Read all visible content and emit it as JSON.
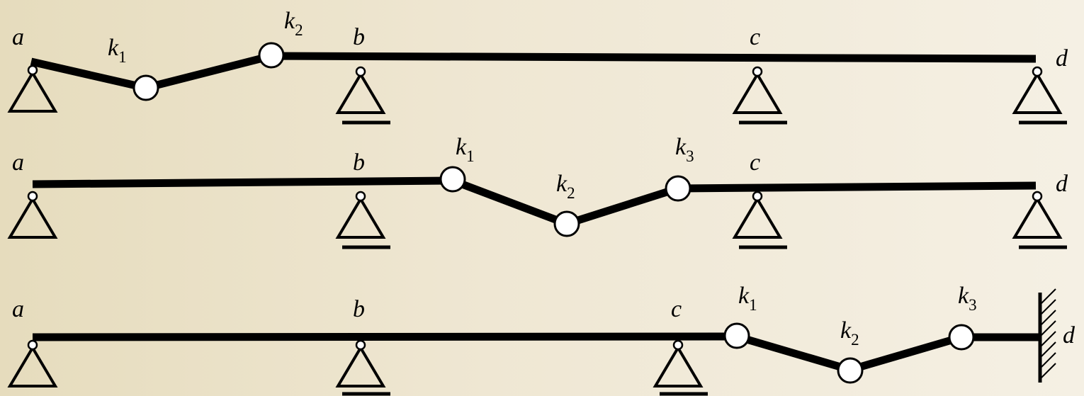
{
  "diagrams": [
    {
      "supports": [
        {
          "label": "a",
          "type": "pin"
        },
        {
          "label": "b",
          "type": "roller"
        },
        {
          "label": "c",
          "type": "roller"
        },
        {
          "label": "d",
          "type": "roller"
        }
      ],
      "hinges": [
        {
          "letter": "k",
          "sub": "1"
        },
        {
          "letter": "k",
          "sub": "2"
        }
      ]
    },
    {
      "supports": [
        {
          "label": "a",
          "type": "pin"
        },
        {
          "label": "b",
          "type": "roller"
        },
        {
          "label": "c",
          "type": "roller"
        },
        {
          "label": "d",
          "type": "roller"
        }
      ],
      "hinges": [
        {
          "letter": "k",
          "sub": "1"
        },
        {
          "letter": "k",
          "sub": "2"
        },
        {
          "letter": "k",
          "sub": "3"
        }
      ]
    },
    {
      "supports": [
        {
          "label": "a",
          "type": "pin"
        },
        {
          "label": "b",
          "type": "roller"
        },
        {
          "label": "c",
          "type": "roller"
        },
        {
          "label": "d",
          "type": "fixed"
        }
      ],
      "hinges": [
        {
          "letter": "k",
          "sub": "1"
        },
        {
          "letter": "k",
          "sub": "2"
        },
        {
          "letter": "k",
          "sub": "3"
        }
      ]
    }
  ]
}
